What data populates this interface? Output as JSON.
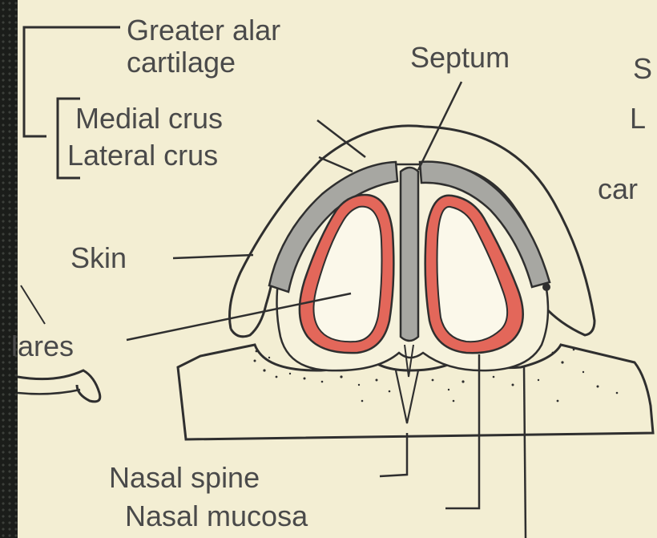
{
  "labels": {
    "greater_alar_line1": "Greater alar",
    "greater_alar_line2": "cartilage",
    "septum": "Septum",
    "medial_crus": "Medial crus",
    "lateral_crus": "Lateral crus",
    "skin": "Skin",
    "nares": "lares",
    "nasal_spine": "Nasal spine",
    "nasal_mucosa": "Nasal mucosa",
    "right_fragment_1": "S",
    "right_fragment_2": "L",
    "right_fragment_3": "car"
  },
  "colors": {
    "paper": "#f3eed3",
    "frame": "#1b1d1a",
    "ink": "#2f2f2f",
    "label_text": "#4a4a4a",
    "mucosa": "#e3675a",
    "mucosa_light": "#f08a7a",
    "cartilage": "#a7a7a2",
    "nostril_interior": "#fbf8ea"
  }
}
